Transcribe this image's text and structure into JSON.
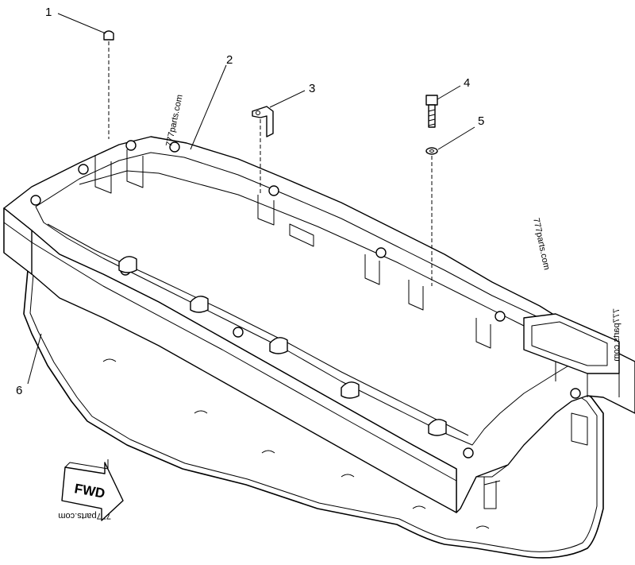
{
  "callouts": {
    "c1": "1",
    "c2": "2",
    "c3": "3",
    "c4": "4",
    "c5": "5",
    "c6": "6"
  },
  "watermarks": {
    "w1": "777parts.com",
    "w2": "777parts.com",
    "w3": "777parts.com",
    "w4": "777parts.com"
  },
  "arrow": {
    "label": "FWD"
  }
}
